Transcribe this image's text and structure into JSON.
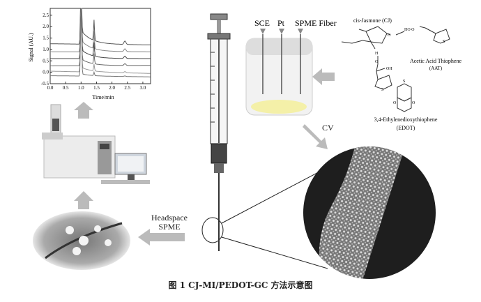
{
  "chart_data": {
    "type": "line",
    "xlabel": "Time/min",
    "ylabel": "Signal (AU.)",
    "xlim": [
      0,
      3.25
    ],
    "ylim": [
      -0.5,
      2.8
    ],
    "xticks": [
      "0.0",
      "0.5",
      "1.0",
      "1.5",
      "2.0",
      "2.5",
      "3.0"
    ],
    "yticks": [
      "-0.5",
      "0.0",
      "0.5",
      "1.0",
      "1.5",
      "2.0",
      "2.5"
    ],
    "series": [
      {
        "name": "trace1",
        "baseline": 1.25,
        "end": 1.2
      },
      {
        "name": "trace2",
        "baseline": 0.9,
        "end": 0.9
      },
      {
        "name": "trace3",
        "baseline": 0.6,
        "end": 0.6
      },
      {
        "name": "trace4",
        "baseline": 0.28,
        "end": 0.3
      },
      {
        "name": "trace5",
        "baseline": 0.05,
        "end": -0.05
      },
      {
        "name": "trace6",
        "baseline": -0.15,
        "end": -0.2
      }
    ]
  },
  "labels": {
    "sce": "SCE",
    "pt": "Pt",
    "spme_fiber": "SPME Fiber",
    "cv": "CV",
    "headspace": "Headspace",
    "spme": "SPME",
    "cj": "cis-Jasmone (CJ)",
    "aat": "Acetic Acid Thiophene",
    "aat_abbr": "(AAT)",
    "edot": "3,4-Ethylenedioxythiophene",
    "edot_abbr": "(EDOT)",
    "hoo": "HO O",
    "oh": "OH",
    "h": "H",
    "o": "O",
    "s": "S"
  },
  "caption": "图 1   CJ-MI/PEDOT-GC 方法示意图"
}
